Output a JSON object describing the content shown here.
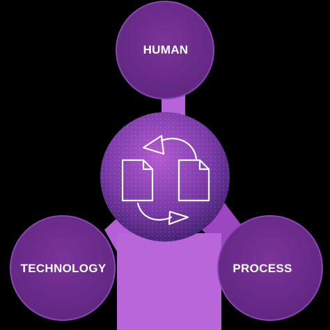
{
  "diagram": {
    "nodes": {
      "human": {
        "label": "HUMAN"
      },
      "technology": {
        "label": "TECHNOLOGY"
      },
      "process": {
        "label": "PROCESS"
      }
    },
    "center_icon": "document-sync-icon"
  },
  "colors": {
    "background": "#000000",
    "node_fill": "#6b2c8c",
    "node_edge": "#a05ac8",
    "connector": "#c072e0",
    "center_fill_light": "#a84fc9",
    "center_fill_dark": "#3a1b6a",
    "icon_stroke": "#ffffff"
  }
}
